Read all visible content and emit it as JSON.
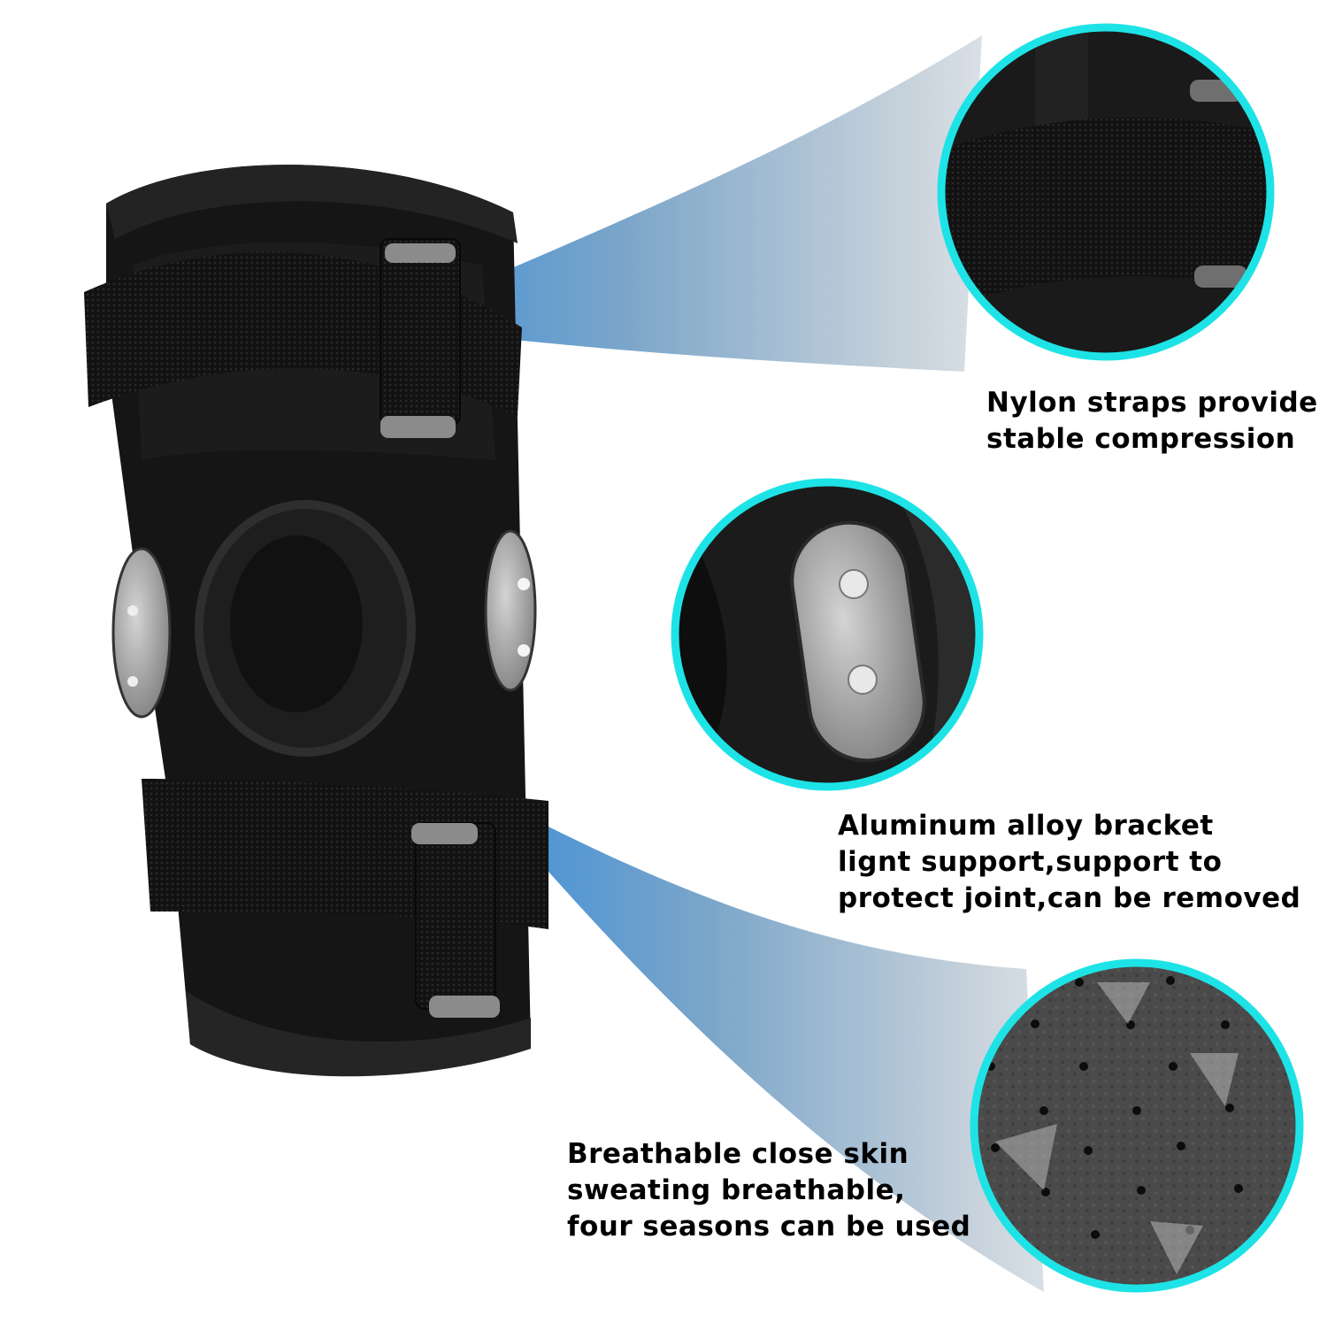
{
  "product": {
    "name": "Hinged knee brace",
    "description": "Black neoprene knee brace with two nylon straps and aluminum side hinges"
  },
  "colors": {
    "background": "#ffffff",
    "ring": "#1ee3e6",
    "beam_start": "#3f8fd8",
    "beam_end": "#f2f4f6",
    "brace": "#161616",
    "strap": "#101010",
    "metal": "#a9a9a9"
  },
  "callouts": [
    {
      "id": "straps",
      "lines": [
        "Nylon straps provide",
        "stable compression"
      ],
      "detail": "close-up of elastic nylon strap through buckle"
    },
    {
      "id": "bracket",
      "lines": [
        "Aluminum alloy bracket",
        "lignt support,support to",
        "protect joint,can be removed"
      ],
      "detail": "close-up of aluminum hinge plate with two rivets"
    },
    {
      "id": "breathable",
      "lines": [
        "Breathable close skin",
        "sweating breathable,",
        "four seasons can be used"
      ],
      "detail": "close-up of perforated breathable fabric"
    }
  ]
}
